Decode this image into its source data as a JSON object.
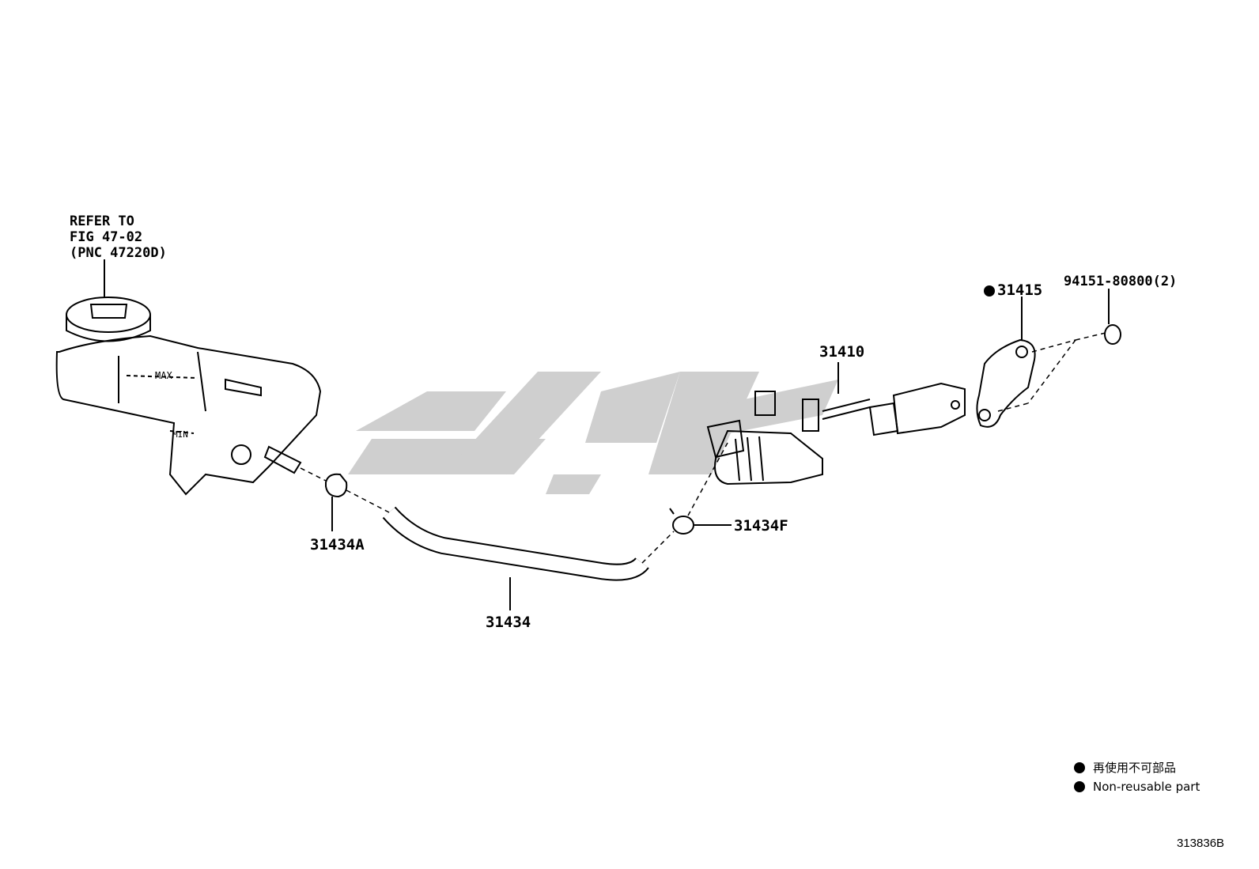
{
  "labels": {
    "refer_line1": "REFER TO",
    "refer_line2": "FIG 47-02",
    "refer_line3": "(PNC 47220D)",
    "gasket": "31415",
    "nut": "94151-80800(2)",
    "cylinder": "31410",
    "clamp_a": "31434A",
    "clamp_f": "31434F",
    "hose": "31434"
  },
  "reservoir_marks": {
    "max": "MAX",
    "min": "MIN"
  },
  "legend": {
    "item1": "再使用不可部品",
    "item2": "Non-reusable part"
  },
  "figure_code": "313836B",
  "icons": [
    "filled-dot-icon"
  ],
  "colors": {
    "line": "#000000",
    "watermark": "#c8c8c8"
  }
}
